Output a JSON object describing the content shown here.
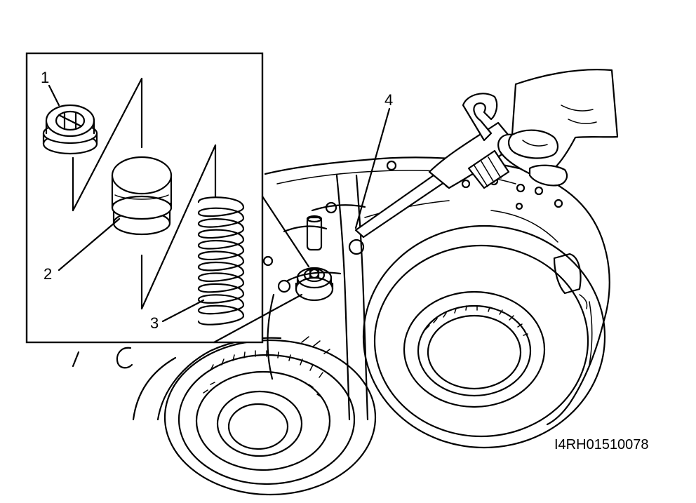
{
  "callouts": {
    "c1": "1",
    "c2": "2",
    "c3": "3",
    "c4": "4"
  },
  "figure_code": "I4RH01510078"
}
